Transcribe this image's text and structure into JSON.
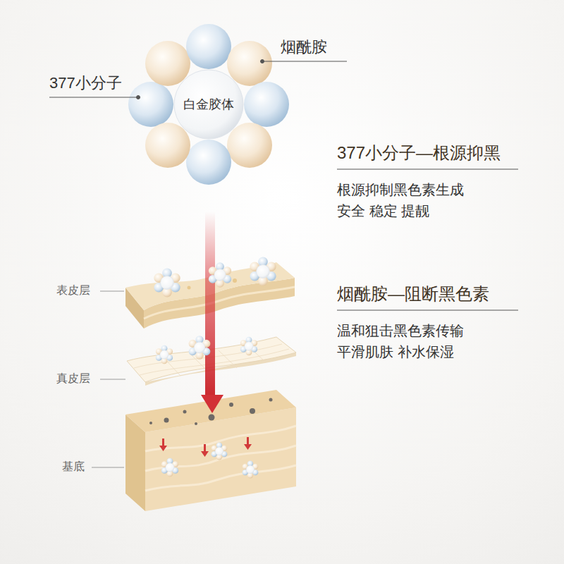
{
  "diagram": {
    "nodes": [
      {
        "text": [
          "白金胶体"
        ]
      }
    ],
    "labels": [
      "烟酰胺",
      "377小分子",
      "377小分子—根源抑黑",
      "根源抑制黑色素生成 安全 稳定 提靓",
      "烟酰胺—阻断黑色素",
      "温和狙击黑色素传输 平滑肌肤 补水保湿",
      "表皮层",
      "真皮层",
      "基底"
    ]
  }
}
